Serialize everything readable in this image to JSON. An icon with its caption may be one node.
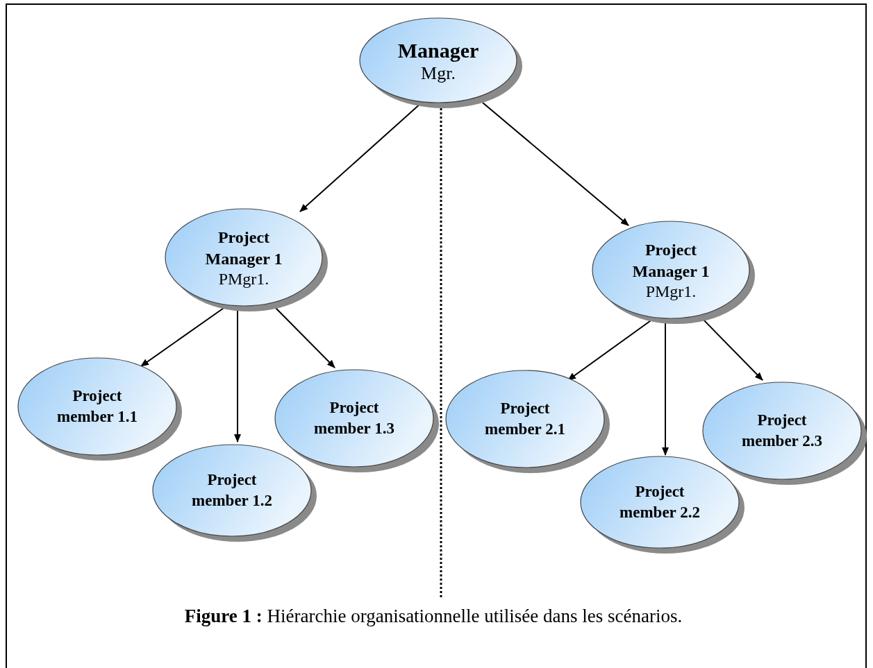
{
  "diagram": {
    "caption": "**Figure 1 :** Hiérarchie organisationnelle utilisée dans les scénarios.",
    "nodes": [
      {
        "text": [
          "Manager",
          "Mgr."
        ]
      },
      {
        "text": [
          "Project Manager 1",
          "PMgr1."
        ]
      },
      {
        "text": [
          "Project Manager 1",
          "PMgr1."
        ]
      },
      {
        "text": [
          "Project member 1.1"
        ]
      },
      {
        "text": [
          "Project member 1.2"
        ]
      },
      {
        "text": [
          "Project member 1.3"
        ]
      },
      {
        "text": [
          "Project member 2.1"
        ]
      },
      {
        "text": [
          "Project member 2.2"
        ]
      },
      {
        "text": [
          "Project member 2.3"
        ]
      }
    ],
    "edges": [
      {
        "from": 0,
        "to": 1,
        "arrow": "to"
      },
      {
        "from": 0,
        "to": 2,
        "arrow": "to"
      },
      {
        "from": 1,
        "to": 3,
        "arrow": "to"
      },
      {
        "from": 1,
        "to": 4,
        "arrow": "to"
      },
      {
        "from": 1,
        "to": 5,
        "arrow": "to"
      },
      {
        "from": 2,
        "to": 6,
        "arrow": "to"
      },
      {
        "from": 2,
        "to": 7,
        "arrow": "to"
      },
      {
        "from": 2,
        "to": 8,
        "arrow": "to"
      }
    ]
  }
}
